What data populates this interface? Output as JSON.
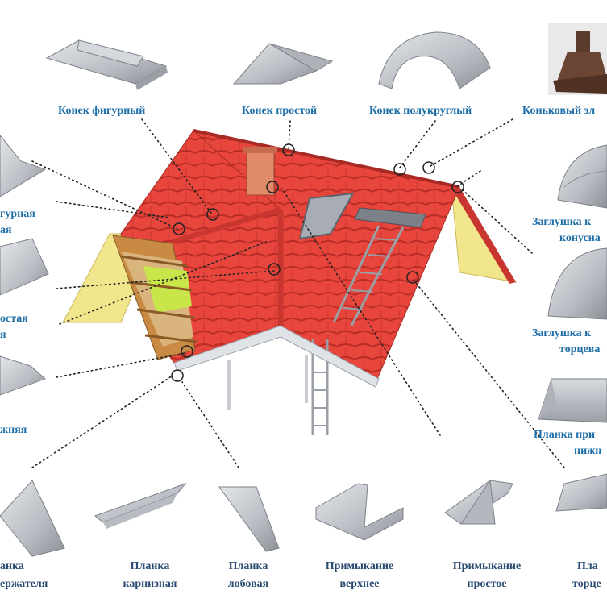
{
  "labels": {
    "top": {
      "ridge_figured": "Конек фигурный",
      "ridge_simple": "Конек  простой",
      "ridge_round": "Конек полукруглый",
      "ridge_element": "Коньковый эл"
    },
    "left": {
      "l1": "гурная",
      "l1b": "ая",
      "l2": "остая",
      "l2b": "я",
      "l3": "жняя"
    },
    "right": {
      "r1a": "Заглушка к",
      "r1b": "конусна",
      "r2a": "Заглушка к",
      "r2b": "торцева",
      "r3a": "Планка при",
      "r3b": "нижн"
    },
    "bottom": {
      "b1a": "анка",
      "b1b": "ержателя",
      "b2a": "Планка",
      "b2b": "карнизная",
      "b3a": "Планка",
      "b3b": "лобовая",
      "b4a": "Примыкание",
      "b4b": "верхнее",
      "b5a": "Примыкание",
      "b5b": "простое",
      "b6a": "Пла",
      "b6b": "торце"
    }
  },
  "colors": {
    "label_blue": "#1e6fa8",
    "label_navy": "#2a4a72",
    "roof_red": "#e8453c",
    "roof_dark": "#b82d27",
    "gable_yellow": "#f2e68c",
    "metal_light": "#c9ccd1",
    "metal_dark": "#8c9096",
    "wood": "#c98a43",
    "insulation": "#c8e64a"
  }
}
